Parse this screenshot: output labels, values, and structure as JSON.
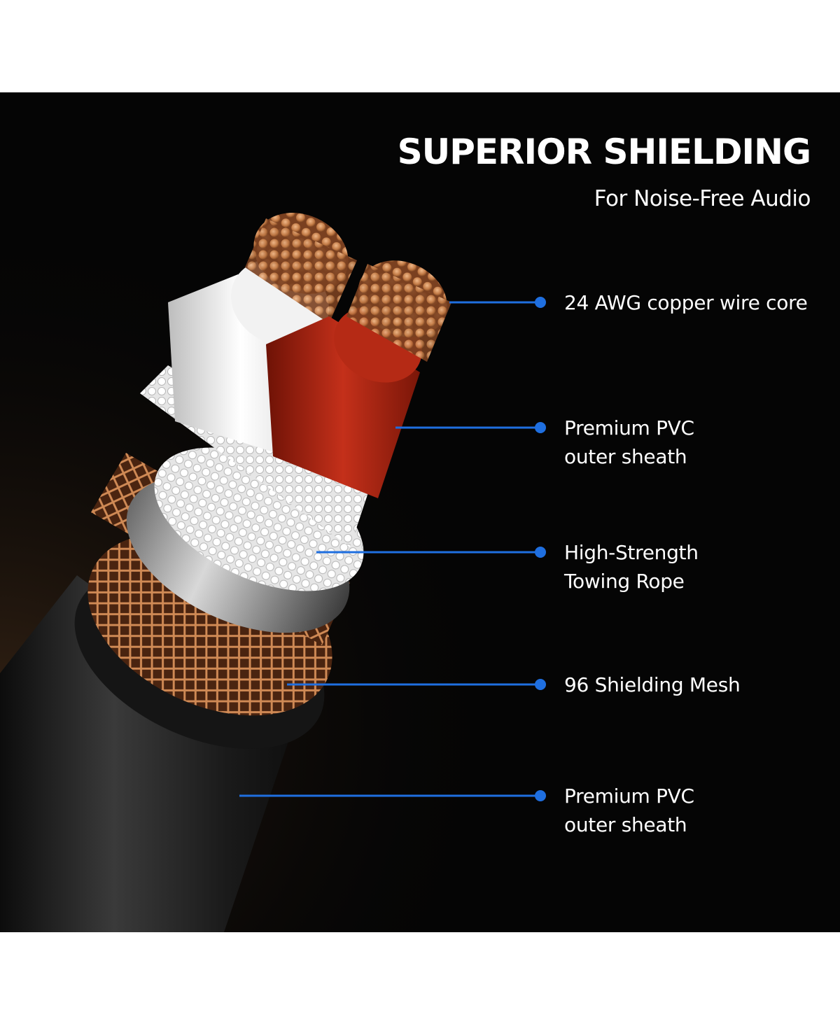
{
  "heading": {
    "title": "SUPERIOR SHIELDING",
    "subtitle": "For Noise-Free Audio"
  },
  "callouts": [
    {
      "lines": [
        "24 AWG copper wire core"
      ]
    },
    {
      "lines": [
        "Premium PVC",
        "outer sheath"
      ]
    },
    {
      "lines": [
        "High-Strength",
        "Towing Rope"
      ]
    },
    {
      "lines": [
        "96 Shielding Mesh"
      ]
    },
    {
      "lines": [
        "Premium PVC",
        "outer sheath"
      ]
    }
  ],
  "colors": {
    "background": "#050505",
    "accent_line": "#1f6fe0",
    "copper": "#c27a45",
    "red_insulation": "#a0200f",
    "white_insulation": "#e8e8e8",
    "outer_jacket": "#1d1d1d"
  }
}
